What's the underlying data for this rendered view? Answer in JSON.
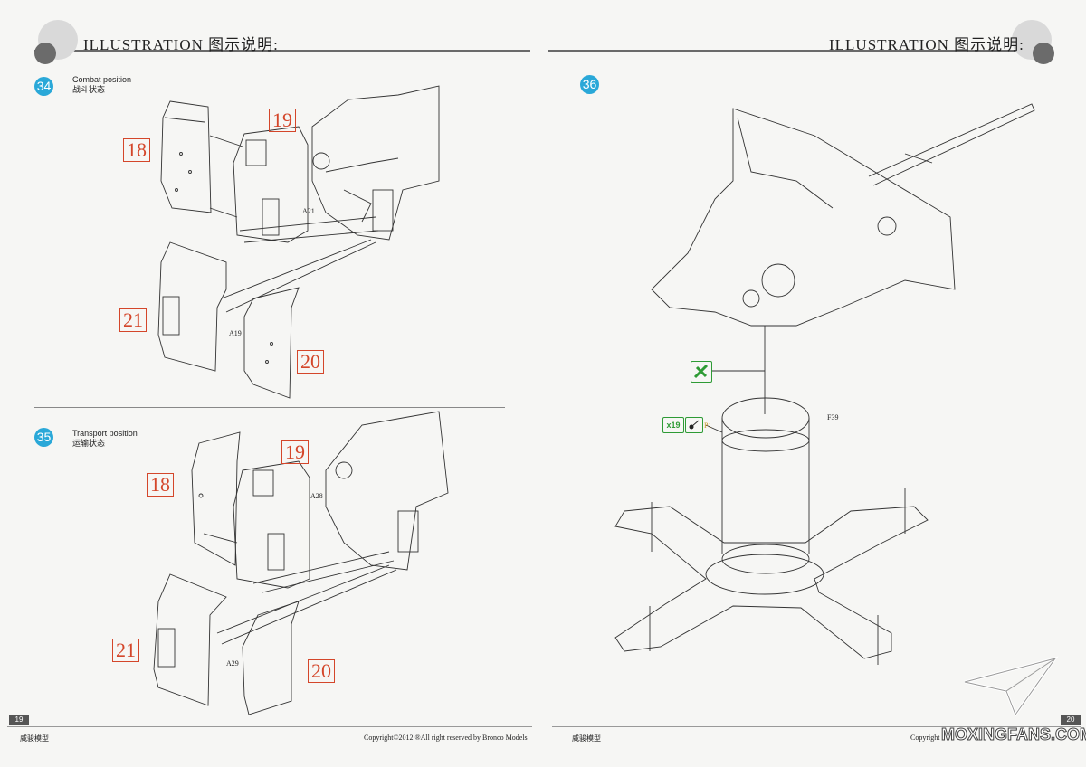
{
  "header": {
    "left_title": "ILLUSTRATION 图示说明:",
    "right_title": "ILLUSTRATION 图示说明:"
  },
  "steps": [
    {
      "number": "34",
      "title_en": "Combat position",
      "title_cn": "战斗状态"
    },
    {
      "number": "35",
      "title_en": "Transport position",
      "title_cn": "运输状态"
    },
    {
      "number": "36"
    }
  ],
  "step34_parts": [
    "18",
    "19",
    "21",
    "20"
  ],
  "step34_callouts": [
    "A21",
    "A19"
  ],
  "step35_parts": [
    "18",
    "19",
    "21",
    "20"
  ],
  "step35_callouts": [
    "A28",
    "A29"
  ],
  "step36": {
    "part_callout": "F39",
    "quantity": "x19",
    "photo_etch": "P1"
  },
  "footer": {
    "left_page": "19",
    "right_page": "20",
    "left_brand": "威骏模型",
    "right_brand": "威骏模型",
    "copyright": "Copyright©2012  ®All right reserved by Bronco Models",
    "copyright_right": "Copyright",
    "watermark": "MOXINGFANS.COM"
  },
  "colors": {
    "step_badge": "#2aa8d8",
    "part_number": "#d4462a",
    "icon_green": "#2e9b35"
  }
}
